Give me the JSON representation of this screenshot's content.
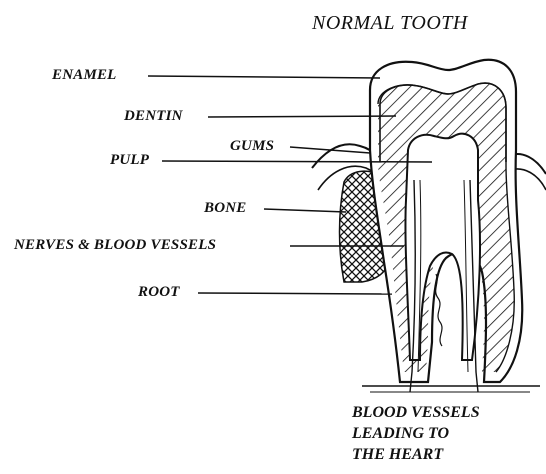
{
  "title": "NORMAL TOOTH",
  "labels": {
    "enamel": "ENAMEL",
    "dentin": "DENTIN",
    "gums": "GUMS",
    "pulp": "PULP",
    "bone": "BONE",
    "nerves": "NERVES & BLOOD VESSELS",
    "root": "ROOT"
  },
  "caption": [
    "BLOOD VESSELS",
    "LEADING TO",
    "THE HEART"
  ],
  "colors": {
    "ink": "#111111",
    "background": "#ffffff"
  }
}
